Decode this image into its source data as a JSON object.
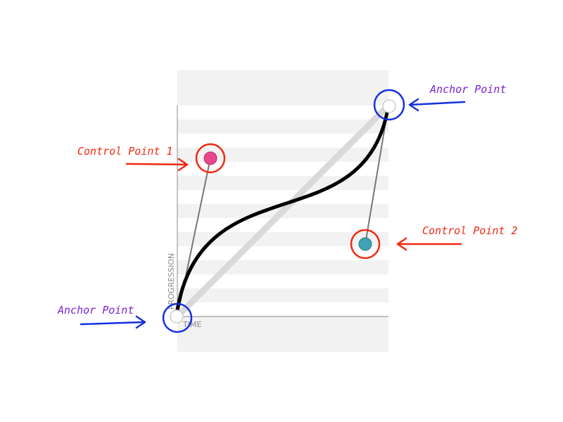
{
  "diagram": {
    "axes": {
      "x_label": "TIME",
      "y_label": "PROGRESSION"
    },
    "callouts": {
      "control_point_1": "Control Point 1",
      "control_point_2": "Control Point 2",
      "anchor_point_top": "Anchor Point",
      "anchor_point_bottom": "Anchor Point"
    },
    "colors": {
      "curve": "#000000",
      "linear_reference": "#d9d9d9",
      "handle_line": "#777777",
      "control_point_1_fill": "#e8478d",
      "control_point_2_fill": "#3fa2b5",
      "anchor_fill": "#ffffff",
      "control_ring": "#f02a12",
      "anchor_ring": "#1430e0",
      "control_text": "#f02a12",
      "anchor_text": "#7a22d6",
      "band_light": "#f2f2f2"
    }
  }
}
